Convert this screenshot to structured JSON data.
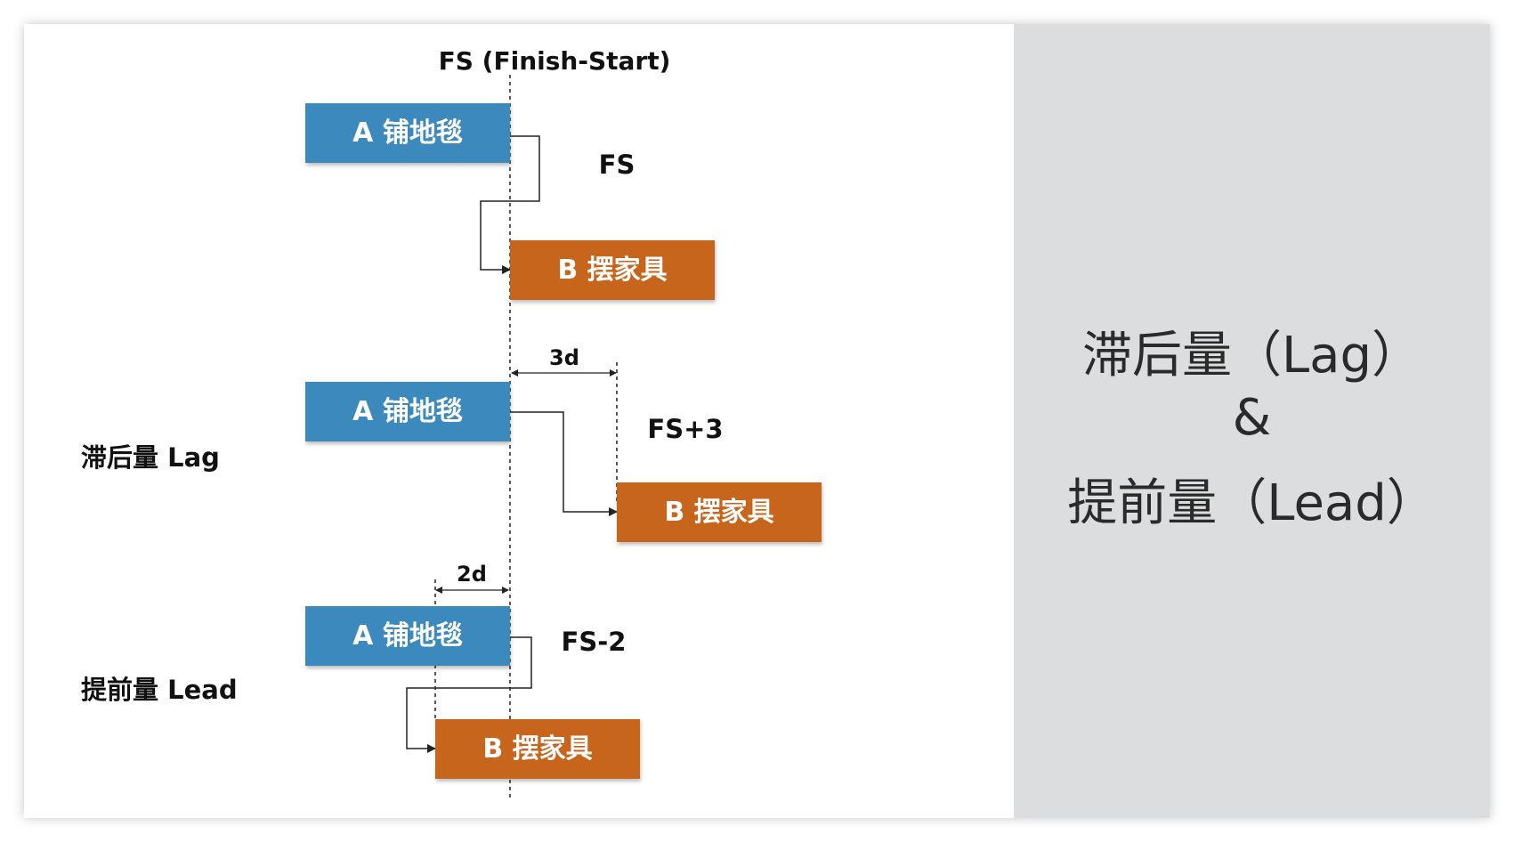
{
  "diagram": {
    "header": "FS (Finish-Start)",
    "task_a": "A 铺地毯",
    "task_b": "B 摆家具",
    "fs_label": "FS",
    "lag": {
      "side_label": "滞后量 Lag",
      "relation_label": "FS+3",
      "gap_label": "3d"
    },
    "lead": {
      "side_label": "提前量 Lead",
      "relation_label": "FS-2",
      "gap_label": "2d"
    }
  },
  "panel": {
    "line1": "滞后量（Lag）",
    "line2": "&",
    "line3": "提前量（Lead）"
  },
  "colors": {
    "task_a": "#3a89bd",
    "task_b": "#c8651b",
    "panel_bg": "#dcdddf"
  }
}
